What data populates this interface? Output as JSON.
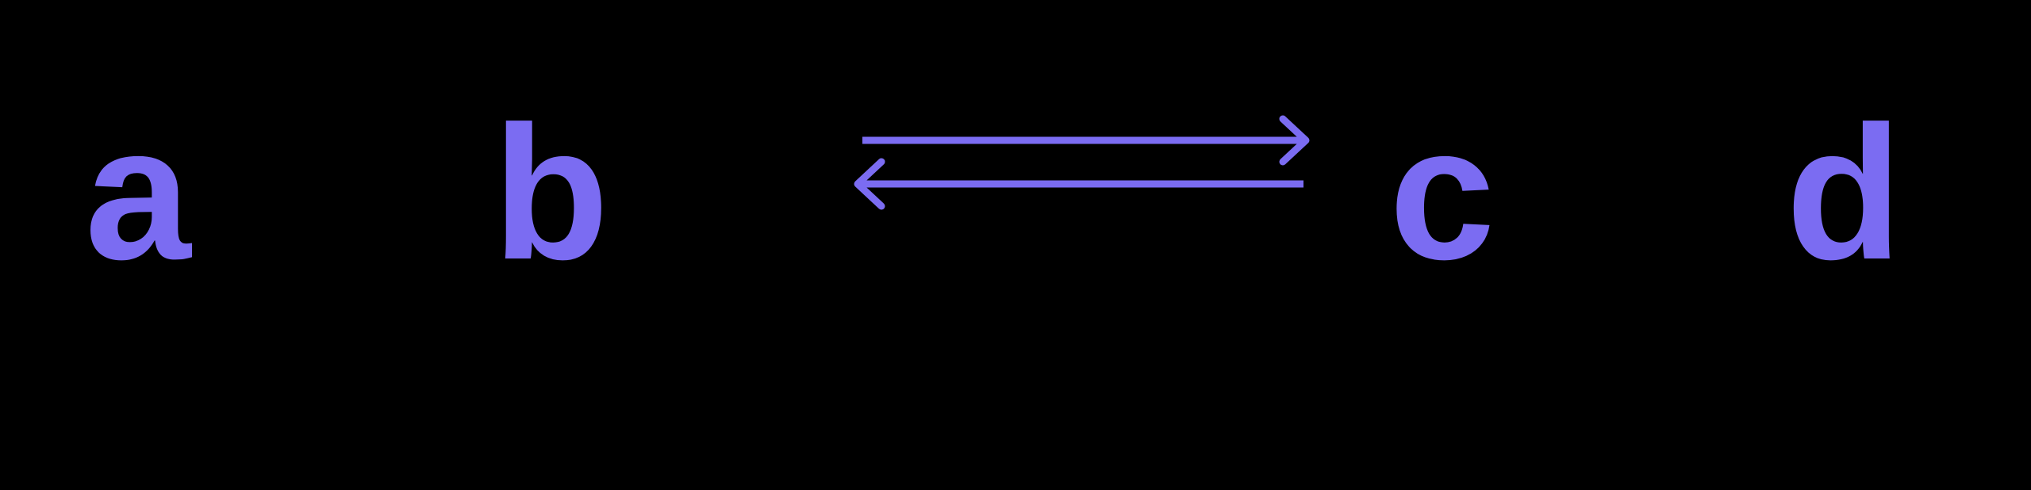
{
  "diagram": {
    "type": "equilibrium-reaction-diagram",
    "species": [
      {
        "label": "a"
      },
      {
        "label": "b"
      },
      {
        "label": "c"
      },
      {
        "label": "d"
      }
    ],
    "equilibrium_arrows": {
      "forward_direction": "right",
      "reverse_direction": "left"
    },
    "colors": {
      "background": "#000000",
      "accent": "#7B6CF2"
    }
  }
}
